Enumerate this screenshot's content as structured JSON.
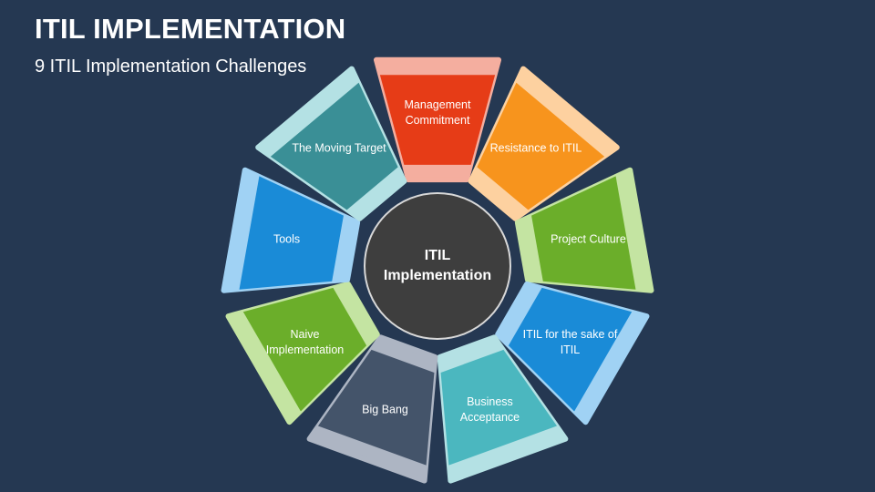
{
  "header": {
    "title": "ITIL IMPLEMENTATION",
    "subtitle": "9 ITIL Implementation Challenges"
  },
  "center": {
    "line1": "ITIL",
    "line2": "Implementation"
  },
  "segments": [
    {
      "label": "Management Commitment",
      "color": "#E63C17",
      "light": "#F4AE9F"
    },
    {
      "label": "Resistance to ITIL",
      "color": "#F7941D",
      "light": "#FDD1A0"
    },
    {
      "label": "Project Culture",
      "color": "#6BAE2A",
      "light": "#C4E4A2"
    },
    {
      "label": "ITIL for the sake of ITIL",
      "color": "#1A8BD7",
      "light": "#A0D2F4"
    },
    {
      "label": "Business Acceptance",
      "color": "#4BB7BF",
      "light": "#B4E1E4"
    },
    {
      "label": "Big Bang",
      "color": "#44546A",
      "light": "#ADB5C3"
    },
    {
      "label": "Naive Implementation",
      "color": "#6BAE2A",
      "light": "#C4E4A2"
    },
    {
      "label": "Tools",
      "color": "#1A8BD7",
      "light": "#A0D2F4"
    },
    {
      "label": "The Moving Target",
      "color": "#3A8F96",
      "light": "#B4E1E4"
    }
  ]
}
